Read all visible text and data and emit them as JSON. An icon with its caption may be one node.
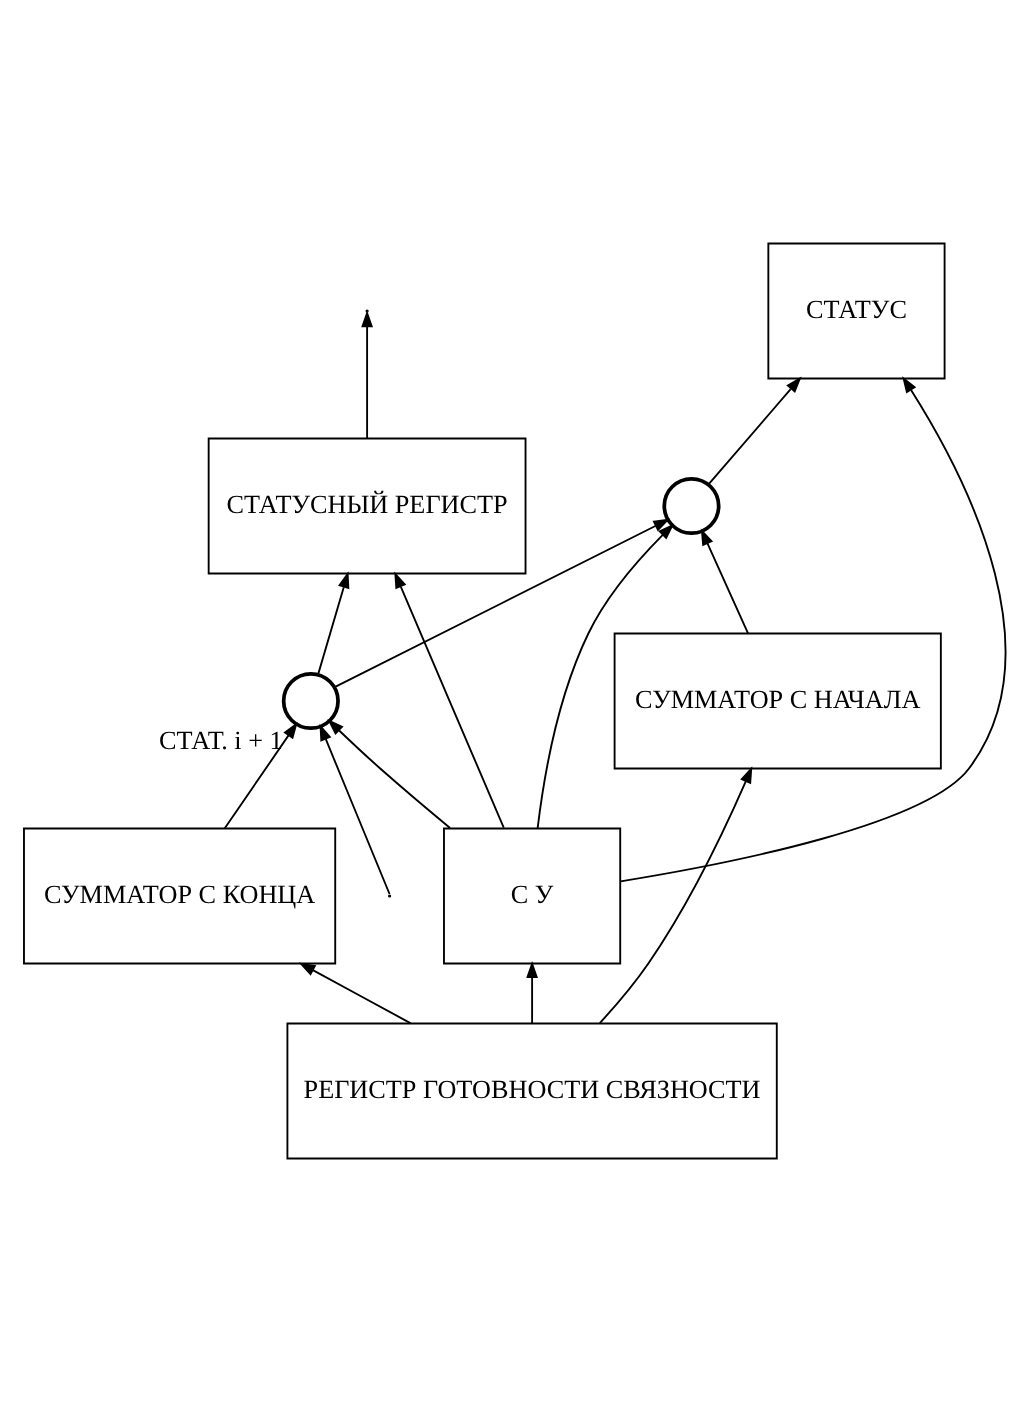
{
  "diagram": {
    "nodes": [
      {
        "text": [
          "СТАТУСНЫЙ РЕГИСТР"
        ]
      },
      {
        "text": [
          "СТАТУС"
        ]
      },
      {
        "text": [
          "С У"
        ]
      },
      {
        "text": [],
        "shape": "circle",
        "beside": [
          "СТАТ. i + 1"
        ]
      },
      {
        "text": [],
        "shape": "circle"
      },
      {
        "text": [
          "СУММАТОР С НАЧАЛА"
        ]
      },
      {
        "text": [
          "СУММАТОР С КОНЦА"
        ]
      },
      {
        "text": [
          "РЕГИСТР ГОТОВНОСТИ СВЯЗНОСТИ"
        ]
      }
    ],
    "edges": [
      {
        "from": 0,
        "to": null,
        "arrow": "to"
      },
      {
        "from": 2,
        "to": 0,
        "arrow": "to"
      },
      {
        "from": 2,
        "to": 1,
        "arrow": "to"
      },
      {
        "from": 2,
        "to": 3,
        "arrow": "to"
      },
      {
        "from": 2,
        "to": 4,
        "arrow": "to"
      },
      {
        "from": 3,
        "to": 0,
        "arrow": "to"
      },
      {
        "from": null,
        "to": 3,
        "arrow": "to"
      },
      {
        "from": 3,
        "to": 4,
        "arrow": "to"
      },
      {
        "from": 4,
        "to": 1,
        "arrow": "to"
      },
      {
        "from": 5,
        "to": 4,
        "arrow": "to"
      },
      {
        "from": 6,
        "to": 3,
        "arrow": "to"
      },
      {
        "from": 7,
        "to": 5,
        "arrow": "to"
      },
      {
        "from": 7,
        "to": 6,
        "arrow": "to"
      },
      {
        "from": 7,
        "to": 2,
        "arrow": "to"
      }
    ]
  }
}
